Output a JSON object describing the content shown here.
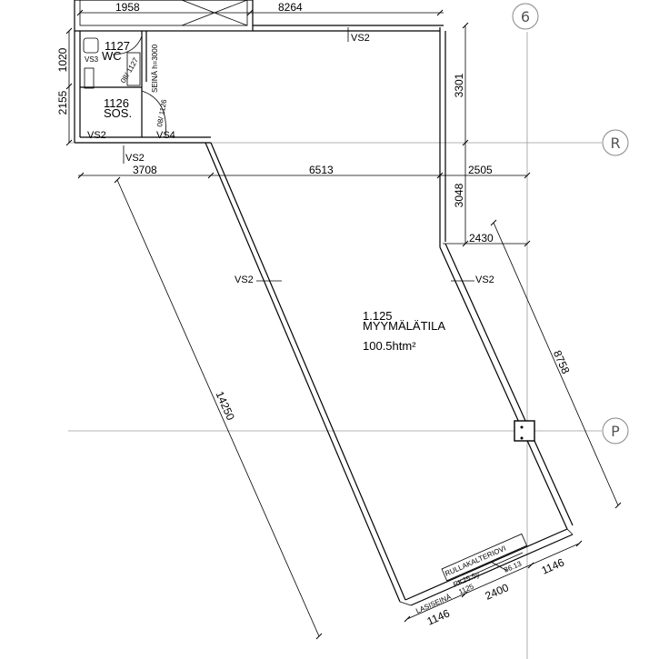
{
  "grid": {
    "col_6": "6",
    "row_R": "R",
    "row_P": "P"
  },
  "dimensions": {
    "d1958": "1958",
    "d8264": "8264",
    "d1020": "1020",
    "d2155": "2155",
    "d3708": "3708",
    "d6513": "6513",
    "d2505": "2505",
    "d3301": "3301",
    "d3048": "3048",
    "d2430": "2430",
    "d8758": "8758",
    "d14250": "14250",
    "d1146a": "1146",
    "d2400": "2400",
    "d1146b": "1146"
  },
  "wall_tags": {
    "vs2_top": "VS2",
    "vs2_left": "VS2",
    "vs2_under": "VS2",
    "vs4": "VS4",
    "vs2_mid_left": "VS2",
    "vs2_mid_right": "VS2"
  },
  "rooms": {
    "main": {
      "number": "1.125",
      "name": "MYYMÄLÄTILA",
      "area": "100.5htm²"
    },
    "wc": {
      "number": "1127",
      "name": "WC"
    },
    "sos": {
      "number": "1126",
      "name": "SOS."
    }
  },
  "annotations": {
    "seina": "SEINÄ h=3000",
    "door_127": "08/ 1127",
    "door_126": "08/ 1126",
    "vs3": "VS3",
    "rullakaltio": "RULLAKALTERIOVI",
    "rk": "RK25.5y",
    "rk_no": "1125",
    "lasiseina": "LASISEINÄ",
    "d86": "86.13"
  }
}
